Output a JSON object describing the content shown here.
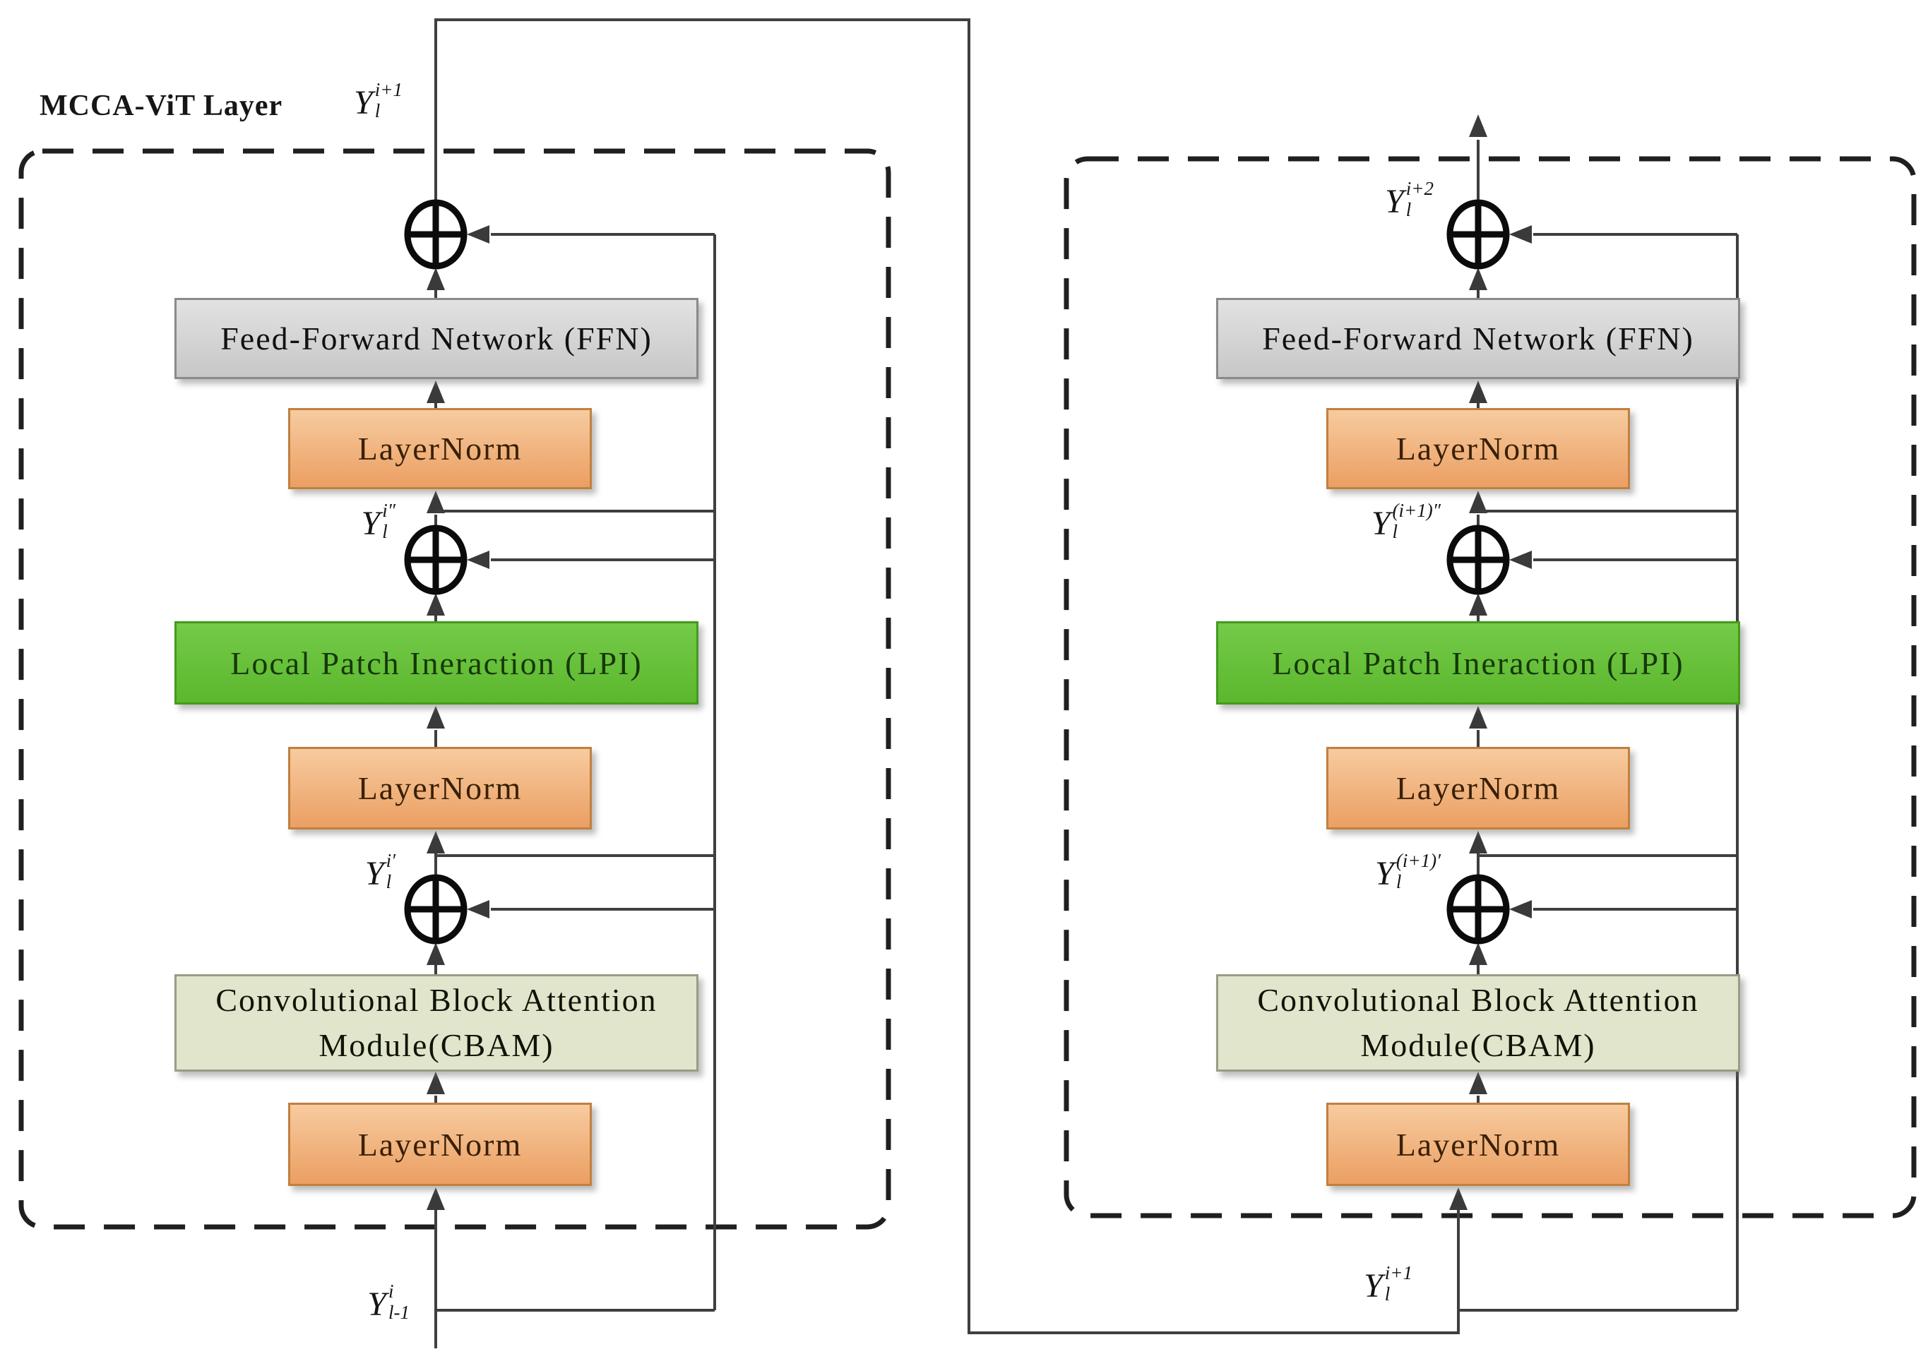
{
  "title": "MCCA-ViT Layer",
  "blocks": {
    "ffn": "Feed-Forward Network (FFN)",
    "layernorm": "LayerNorm",
    "lpi": "Local Patch Ineraction (LPI)",
    "cbam_line1": "Convolutional Block Attention",
    "cbam_line2": "Module(CBAM)"
  },
  "labels": {
    "left_output": {
      "base": "Y",
      "sup": "i+1",
      "sub": "l"
    },
    "left_ffn_in": {
      "base": "Y",
      "sup": "i″",
      "sub": "l"
    },
    "left_lpi_in": {
      "base": "Y",
      "sup": "i′",
      "sub": "l"
    },
    "left_input": {
      "base": "Y",
      "sup": "i",
      "sub": "l-1"
    },
    "right_output": {
      "base": "Y",
      "sup": "i+2",
      "sub": "l"
    },
    "right_ffn_in": {
      "base": "Y",
      "sup": "(i+1)″",
      "sub": "l"
    },
    "right_lpi_in": {
      "base": "Y",
      "sup": "(i+1)′",
      "sub": "l"
    },
    "right_input": {
      "base": "Y",
      "sup": "i+1",
      "sub": "l"
    }
  },
  "icons": {
    "adder": "circled-plus"
  },
  "colors": {
    "line": "#3f3f3f",
    "adder": "#0b0b0b",
    "dashed_border": "#1f1f1f",
    "ffn_fill_top": "#e2e2e2",
    "ffn_fill_bottom": "#c7c7c7",
    "ffn_border": "#8a8a8a",
    "ffn_text": "#111111",
    "layernorm_fill_top": "#f7cb9f",
    "layernorm_fill_bottom": "#eb9f63",
    "layernorm_border": "#c08040",
    "layernorm_text": "#3a2005",
    "lpi_fill_top": "#74ca49",
    "lpi_fill_bottom": "#5cb72d",
    "lpi_border": "#459a1e",
    "lpi_text": "#16380b",
    "cbam_fill": "#e0e5cb",
    "cbam_border": "#979e86",
    "cbam_text": "#101408"
  }
}
